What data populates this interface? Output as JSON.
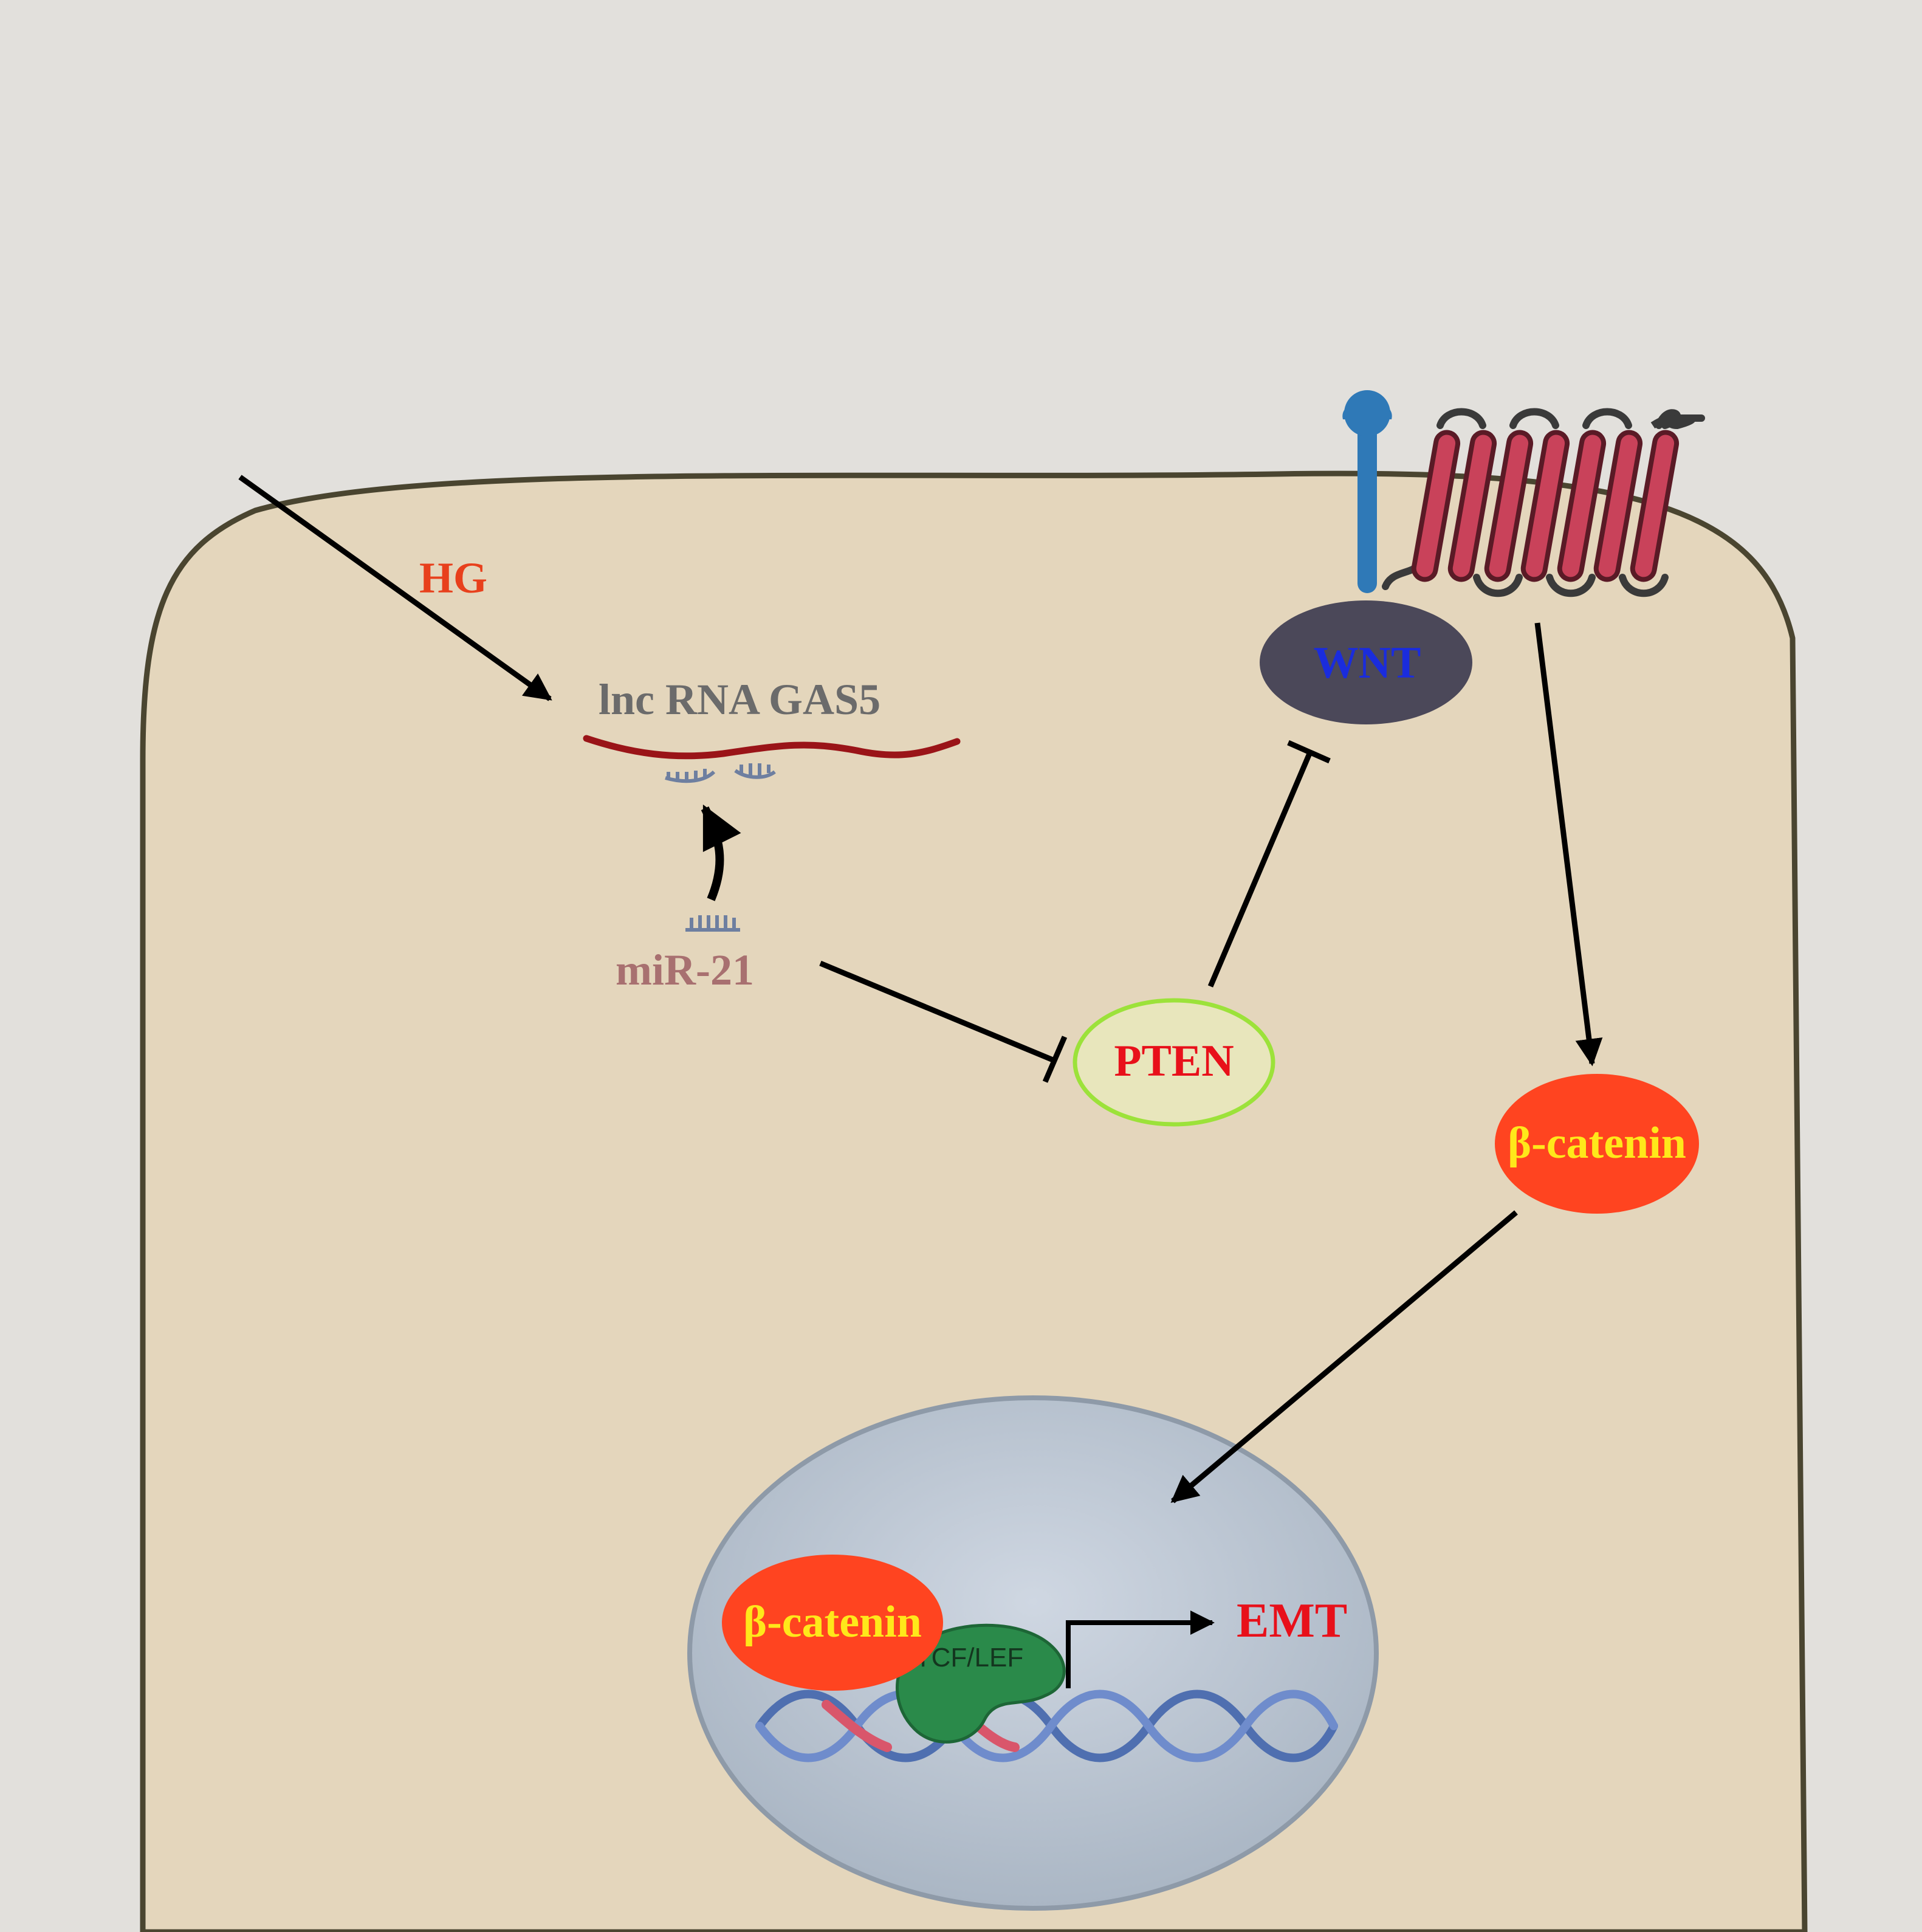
{
  "labels": {
    "hg": "HG",
    "lncrna": "lnc RNA GAS5",
    "mirna": "miR-21",
    "pten": "PTEN",
    "wnt": "WNT",
    "bcatenin_cyto": "β-catenin",
    "bcatenin_nuc": "β-catenin",
    "tcf_lef": "TCF/LEF",
    "emt": "EMT"
  },
  "colors": {
    "background": "#e2e0dc",
    "cytoplasm": "#e4d6bc",
    "cell_membrane": "#4a4530",
    "nucleus": "#b7c2cf",
    "hg_text": "#e8401c",
    "lncrna_text": "#6b6b6b",
    "lncrna_strand": "#9a1418",
    "mirna_text": "#a87070",
    "mirna_glyph": "#6e7fa0",
    "pten_fill": "#e8e6bc",
    "pten_border": "#9ce23a",
    "pten_text": "#e8101a",
    "wnt_fill": "#4b4859",
    "wnt_text": "#1a2cdd",
    "bcatenin_fill": "#ff4420",
    "bcatenin_text": "#ffe81a",
    "tcf_fill": "#2a8a4a",
    "tcf_text": "#14361f",
    "emt_text": "#e8101a",
    "receptor_blue": "#2f79b7",
    "receptor_red": "#c9425a",
    "dna_blue": "#4f6fb0",
    "dna_red": "#d9566b",
    "arrow": "#000000"
  },
  "icons": {
    "lrp_coreceptor": "lrp-coreceptor-icon",
    "frizzled_receptor": "frizzled-receptor-icon",
    "dna_helix": "dna-helix-icon",
    "mirna_binding": "mirna-binding-icon"
  }
}
